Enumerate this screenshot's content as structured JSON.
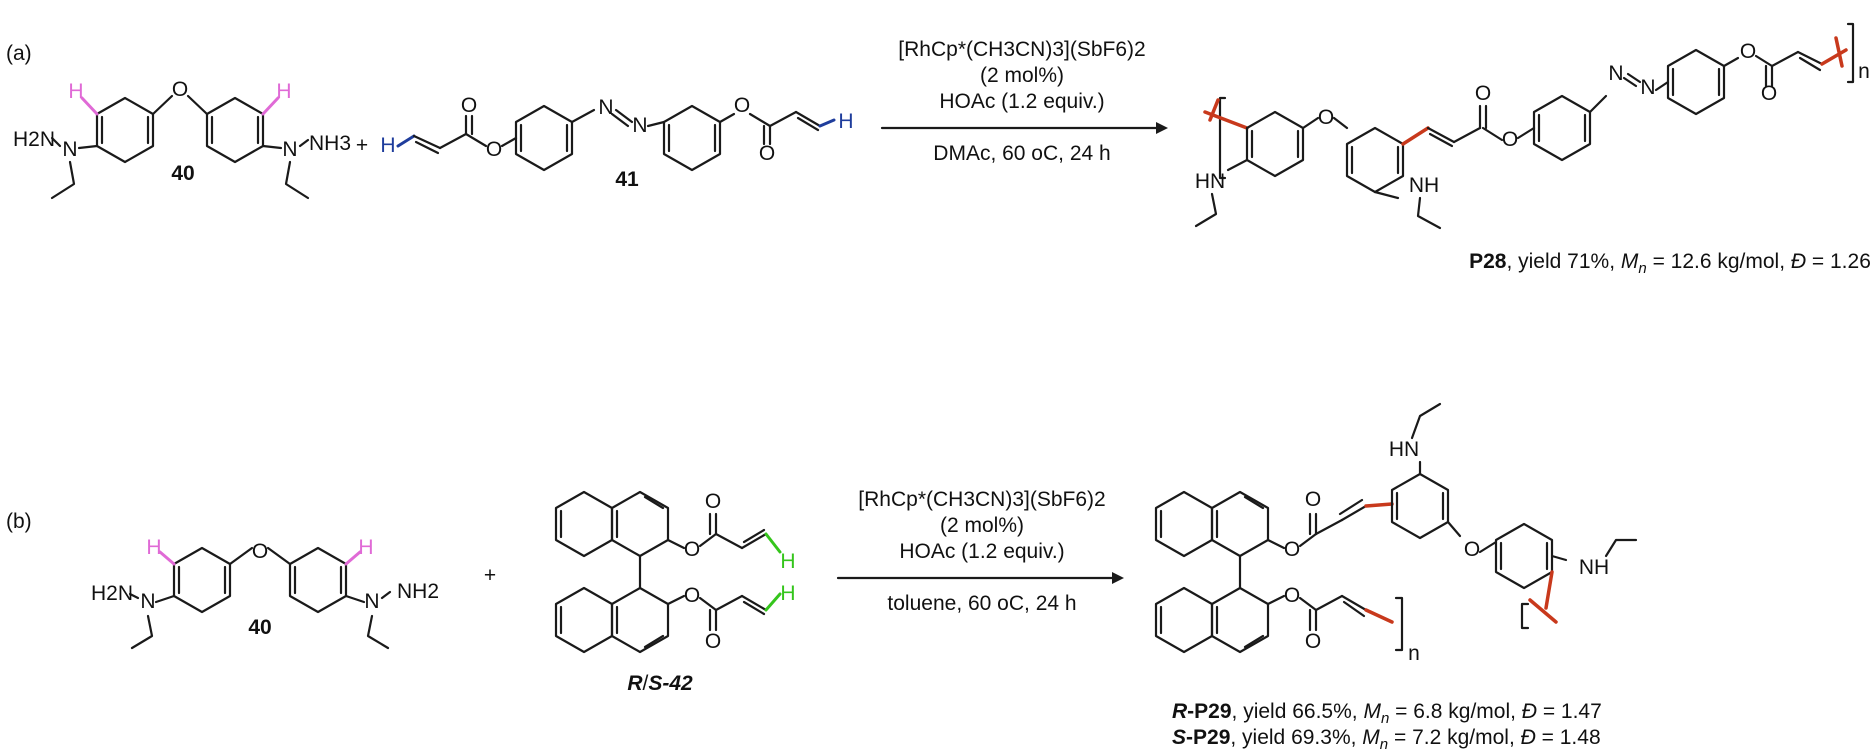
{
  "panels": [
    {
      "label": "(a)",
      "reactant1": {
        "number": "40",
        "h_left": "H",
        "h_right": "H",
        "o_bridge": "O",
        "n_left": "N",
        "nh_left": "H2N",
        "n_right": "N",
        "nh_right": "NH3"
      },
      "plus": "+",
      "reactant2": {
        "number": "41",
        "h_left": "H",
        "h_right": "H",
        "o_ester1": "O",
        "o_carbonyl1": "O",
        "o_ester2": "O",
        "o_carbonyl2": "O",
        "azo_n1": "N",
        "azo_n2": "N"
      },
      "conditions": {
        "catalyst": "[RhCp*(CH3CN)3](SbF6)2",
        "loading": "(2 mol%)",
        "additive": "HOAc (1.2 equiv.)",
        "solvent_temp_time": "DMAc, 60 oC, 24 h"
      },
      "product": {
        "o_bridge": "O",
        "hn_left": "HN",
        "nh_right": "NH",
        "o_ester1": "O",
        "o_carbonyl1": "O",
        "o_ester2": "O",
        "o_carbonyl2": "O",
        "azo_n1": "N",
        "azo_n2": "N",
        "repeat": "n"
      },
      "results": [
        {
          "name": "P28",
          "yield": "yield 71%",
          "mn": "= 12.6 kg/mol",
          "dispersity": "= 1.26"
        }
      ]
    },
    {
      "label": "(b)",
      "reactant1": {
        "number": "40",
        "h_left": "H",
        "h_right": "H",
        "o_bridge": "O",
        "n_left": "N",
        "nh_left": "H2N",
        "n_right": "N",
        "nh_right": "NH2"
      },
      "plus": "+",
      "reactant2": {
        "number_r": "R",
        "number_sep": "/",
        "number_s": "S-42",
        "o_ester1": "O",
        "o_carbonyl1": "O",
        "o_ester2": "O",
        "o_carbonyl2": "O",
        "h_top": "H",
        "h_bottom": "H"
      },
      "conditions": {
        "catalyst": "[RhCp*(CH3CN)3](SbF6)2",
        "loading": "(2 mol%)",
        "additive": "HOAc (1.2 equiv.)",
        "solvent_temp_time": "toluene, 60 oC, 24 h"
      },
      "product": {
        "hn_top": "HN",
        "nh_right": "NH",
        "o_bridge": "O",
        "o_ester1": "O",
        "o_carbonyl1": "O",
        "o_ester2": "O",
        "o_carbonyl2": "O",
        "repeat": "n"
      },
      "results": [
        {
          "name_prefix": "R",
          "name": "-P29",
          "yield": "yield 66.5%",
          "mn": "= 6.8 kg/mol",
          "dispersity": "= 1.47"
        },
        {
          "name_prefix": "S",
          "name": "-P29",
          "yield": "yield 69.3%",
          "mn": "= 7.2 kg/mol",
          "dispersity": "= 1.48"
        }
      ]
    }
  ],
  "symbols": {
    "mn_symbol": "M",
    "mn_sub": "n",
    "dispersity_symbol": "Đ"
  },
  "colors": {
    "ortho_h": "#e06ad6",
    "vinyl_h_41": "#1f3d9c",
    "vinyl_h_42": "#35c51c",
    "new_bond": "#c8391c",
    "ink": "#111111"
  }
}
